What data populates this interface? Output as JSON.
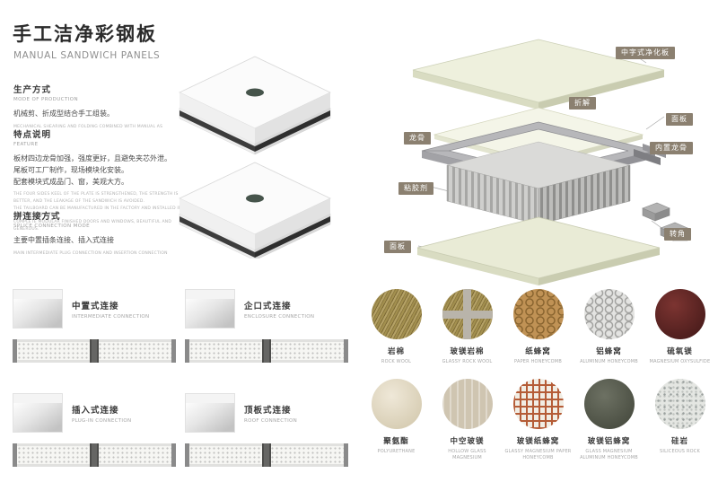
{
  "page": {
    "title_cn": "手工洁净彩钢板",
    "title_en": "MANUAL SANDWICH PANELS"
  },
  "sections": {
    "production": {
      "label_cn": "生产方式",
      "label_en": "MODE OF PRODUCTION",
      "body_cn": "机械剪、折成型结合手工组装。",
      "body_en": "MECHANICAL SHEARING AND FOLDING COMBINED WITH MANUAL AS"
    },
    "feature": {
      "label_cn": "特点说明",
      "label_en": "FEATURE",
      "body_cn_1": "板材四边龙骨加强，强度更好，且避免夹芯外泄。",
      "body_cn_2": "尾板可工厂制作，现场模块化安装。",
      "body_cn_3": "配套模块式成品门、窗，美观大方。",
      "body_en_1": "THE FOUR SIDES KEEL OF THE PLATE IS STRENGTHENED, THE STRENGTH IS BETTER, AND THE LEAKAGE OF THE SANDWICH IS AVOIDED.",
      "body_en_2": "THE TAILBOARD CAN BE MANUFACTURED IN THE FACTORY AND INSTALLED IN MODULES ON SITE.",
      "body_en_3": "COMPLETE MODULAR FINISHED DOORS AND WINDOWS, BEAUTIFUL AND GENEROUS."
    },
    "splice": {
      "label_cn": "拼连接方式",
      "label_en": "SPLICE CONNECTION MODE",
      "body_cn": "主要中置插条连接、插入式连接",
      "body_en": "MAIN INTERMEDIATE PLUG CONNECTION AND INSERTION CONNECTION"
    }
  },
  "diagram": {
    "labels": {
      "purification_plate": "中字式净化板",
      "fold": "折解",
      "panel_top": "面板",
      "keel": "龙骨",
      "inner_keel": "内置龙骨",
      "adhesive": "粘胶剂",
      "panel_bottom": "面板",
      "corner": "转角"
    }
  },
  "connections": {
    "items": [
      {
        "cn": "中置式连接",
        "en": "INTERMEDIATE CONNECTION"
      },
      {
        "cn": "企口式连接",
        "en": "ENCLOSURE CONNECTION"
      },
      {
        "cn": "插入式连接",
        "en": "PLUG-IN CONNECTION"
      },
      {
        "cn": "顶板式连接",
        "en": "ROOF CONNECTION"
      }
    ]
  },
  "materials": {
    "items": [
      {
        "cn": "岩棉",
        "en": "ROCK WOOL"
      },
      {
        "cn": "玻镁岩棉",
        "en": "GLASSY ROCK WOOL"
      },
      {
        "cn": "纸蜂窝",
        "en": "PAPER HONEYCOMB"
      },
      {
        "cn": "铝蜂窝",
        "en": "ALUMINUM HONEYCOMB"
      },
      {
        "cn": "硫氧镁",
        "en": "MAGNESIUM OXYSULFIDE"
      },
      {
        "cn": "聚氨酯",
        "en": "POLYURETHANE"
      },
      {
        "cn": "中空玻镁",
        "en": "HOLLOW GLASS MAGNESIUM"
      },
      {
        "cn": "玻镁纸蜂窝",
        "en": "GLASSY MAGNESIUM PAPER HONEYCOMB"
      },
      {
        "cn": "玻镁铝蜂窝",
        "en": "GLASS MAGNESIUM ALUMINUM HONEYCOMB"
      },
      {
        "cn": "硅岩",
        "en": "SILICEOUS ROCK"
      }
    ]
  },
  "colors": {
    "label_bg": "#8b8070",
    "arrow_green": "#8fae3e",
    "slab_tint": "#ecefdb",
    "maroon": "#4e1e1d",
    "text_dark": "#2b2b2b",
    "text_muted": "#a0a0a0"
  }
}
